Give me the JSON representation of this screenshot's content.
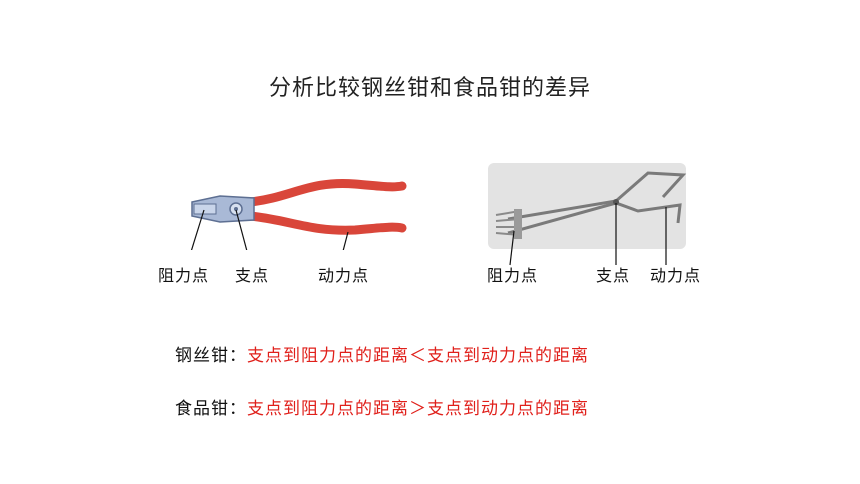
{
  "title": "分析比较钢丝钳和食品钳的差异",
  "pliers": {
    "labels": {
      "resistance": "阻力点",
      "fulcrum": "支点",
      "effort": "动力点"
    }
  },
  "tongs": {
    "labels": {
      "resistance": "阻力点",
      "fulcrum": "支点",
      "effort": "动力点"
    }
  },
  "comparisons": [
    {
      "name": "钢丝钳：",
      "statement": "支点到阻力点的距离＜支点到动力点的距离"
    },
    {
      "name": "食品钳：",
      "statement": "支点到阻力点的距离＞支点到动力点的距离"
    }
  ]
}
